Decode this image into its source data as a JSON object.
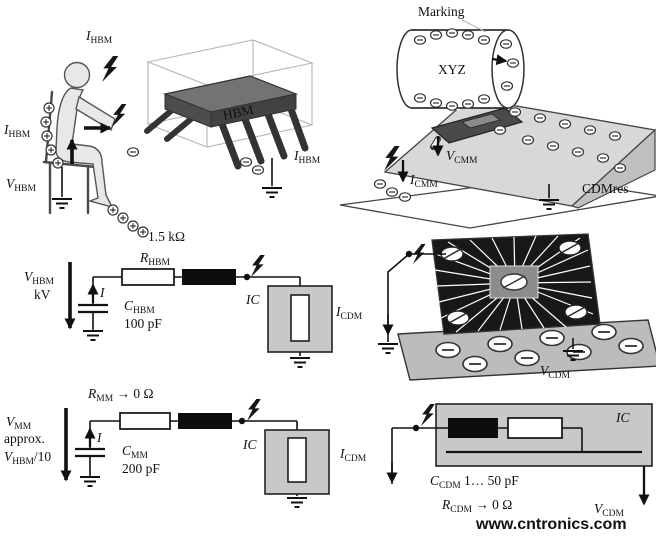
{
  "colors": {
    "ic_fill": "#c8c8c8",
    "wedge_fill": "#d8d8d8",
    "plate_fill": "#bcbcbc",
    "watermark_green": "#2fc02f"
  },
  "syms": {
    "I": "I",
    "V": "V",
    "R": "R",
    "C": "C"
  },
  "subs": {
    "HBM": "HBM",
    "MM": "MM",
    "CDM": "CDM",
    "CMM": "CMM"
  },
  "top_left": {
    "chip_label": "HBM",
    "resistor_note": "1.5 kΩ"
  },
  "top_right": {
    "marking_label": "Marking",
    "device_marking": "XYZ",
    "tester_label": "CDMres"
  },
  "hbm_circuit": {
    "voltage_unit": "kV",
    "current_label": "I",
    "cap_value": "100 pF",
    "ic_label": "IC"
  },
  "mm_circuit": {
    "zero_ohm": " → 0 Ω",
    "approx_label": "approx.",
    "divider_suffix": "/10",
    "current_label": "I",
    "cap_value": "200 pF",
    "ic_label": "IC"
  },
  "cdm_circuit": {
    "ic_label": "IC",
    "cap_value": " 1… 50 pF",
    "zero_ohm": " → 0 Ω"
  },
  "watermark": {
    "text": "www.cntronics.com"
  }
}
